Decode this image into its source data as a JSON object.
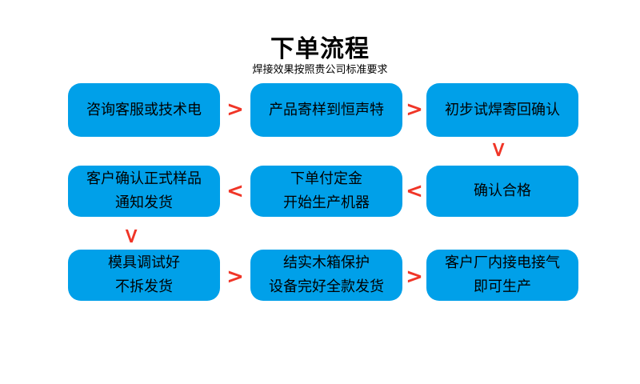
{
  "title": "下单流程",
  "subtitle": "焊接效果按照贵公司标准要求",
  "colors": {
    "box_fill": "#00a0e9",
    "arrow_red": "#f03527",
    "text": "#000000",
    "background": "#ffffff"
  },
  "flow": {
    "boxes": [
      {
        "step": 1,
        "lines": [
          "咨询客服或技术电"
        ]
      },
      {
        "step": 2,
        "lines": [
          "产品寄样到恒声特"
        ]
      },
      {
        "step": 3,
        "lines": [
          "初步试焊寄回确认"
        ]
      },
      {
        "step": 4,
        "lines": [
          "客户确认正式样品",
          "通知发货"
        ]
      },
      {
        "step": 5,
        "lines": [
          "下单付定金",
          "开始生产机器"
        ]
      },
      {
        "step": 6,
        "lines": [
          "确认合格"
        ]
      },
      {
        "step": 7,
        "lines": [
          "模具调试好",
          "不拆发货"
        ]
      },
      {
        "step": 8,
        "lines": [
          "结实木箱保护",
          "设备完好全款发货"
        ]
      },
      {
        "step": 9,
        "lines": [
          "客户厂内接电接气",
          "即可生产"
        ]
      }
    ],
    "arrows": [
      {
        "glyph": ">",
        "direction": "right",
        "from_step": 1,
        "to_step": 2
      },
      {
        "glyph": ">",
        "direction": "right",
        "from_step": 2,
        "to_step": 3
      },
      {
        "glyph": ">",
        "direction": "down",
        "from_step": 3,
        "to_step": 6
      },
      {
        "glyph": "<",
        "direction": "left",
        "from_step": 6,
        "to_step": 5
      },
      {
        "glyph": "<",
        "direction": "left",
        "from_step": 5,
        "to_step": 4
      },
      {
        "glyph": ">",
        "direction": "down",
        "from_step": 4,
        "to_step": 7
      },
      {
        "glyph": ">",
        "direction": "right",
        "from_step": 7,
        "to_step": 8
      },
      {
        "glyph": ">",
        "direction": "right",
        "from_step": 8,
        "to_step": 9
      }
    ]
  }
}
